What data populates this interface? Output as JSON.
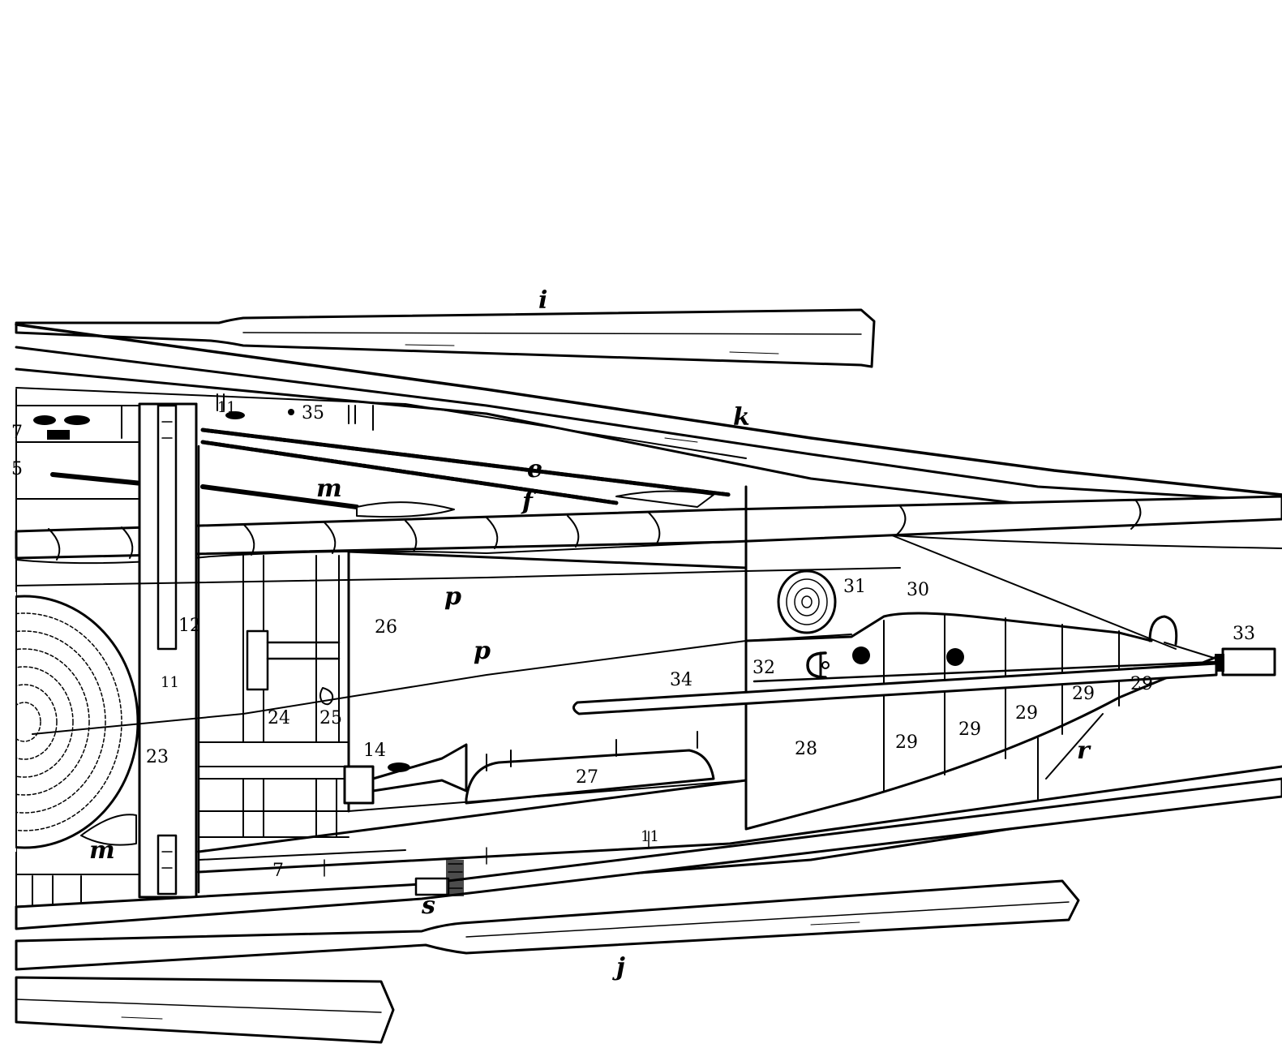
{
  "labels": {
    "i": "i",
    "k": "k",
    "j": "j",
    "e": "e",
    "f": "f",
    "m_top": "m",
    "m_bottom": "m",
    "p_upper": "p",
    "p_lower": "p",
    "r": "r",
    "s": "s",
    "n11_top": "11",
    "n11_left": "11",
    "n11_bottom": "11",
    "n35": "35",
    "n12": "12",
    "n23": "23",
    "n24": "24",
    "n25": "25",
    "n26": "26",
    "n14": "14",
    "n27": "27",
    "n7": "7",
    "n28": "28",
    "n29_a": "29",
    "n29_b": "29",
    "n29_c": "29",
    "n29_d": "29",
    "n29_e": "29",
    "n30": "30",
    "n31": "31",
    "n32": "32",
    "n33": "33",
    "n34": "34",
    "n5_edge": "5",
    "n7_edge": "7"
  }
}
